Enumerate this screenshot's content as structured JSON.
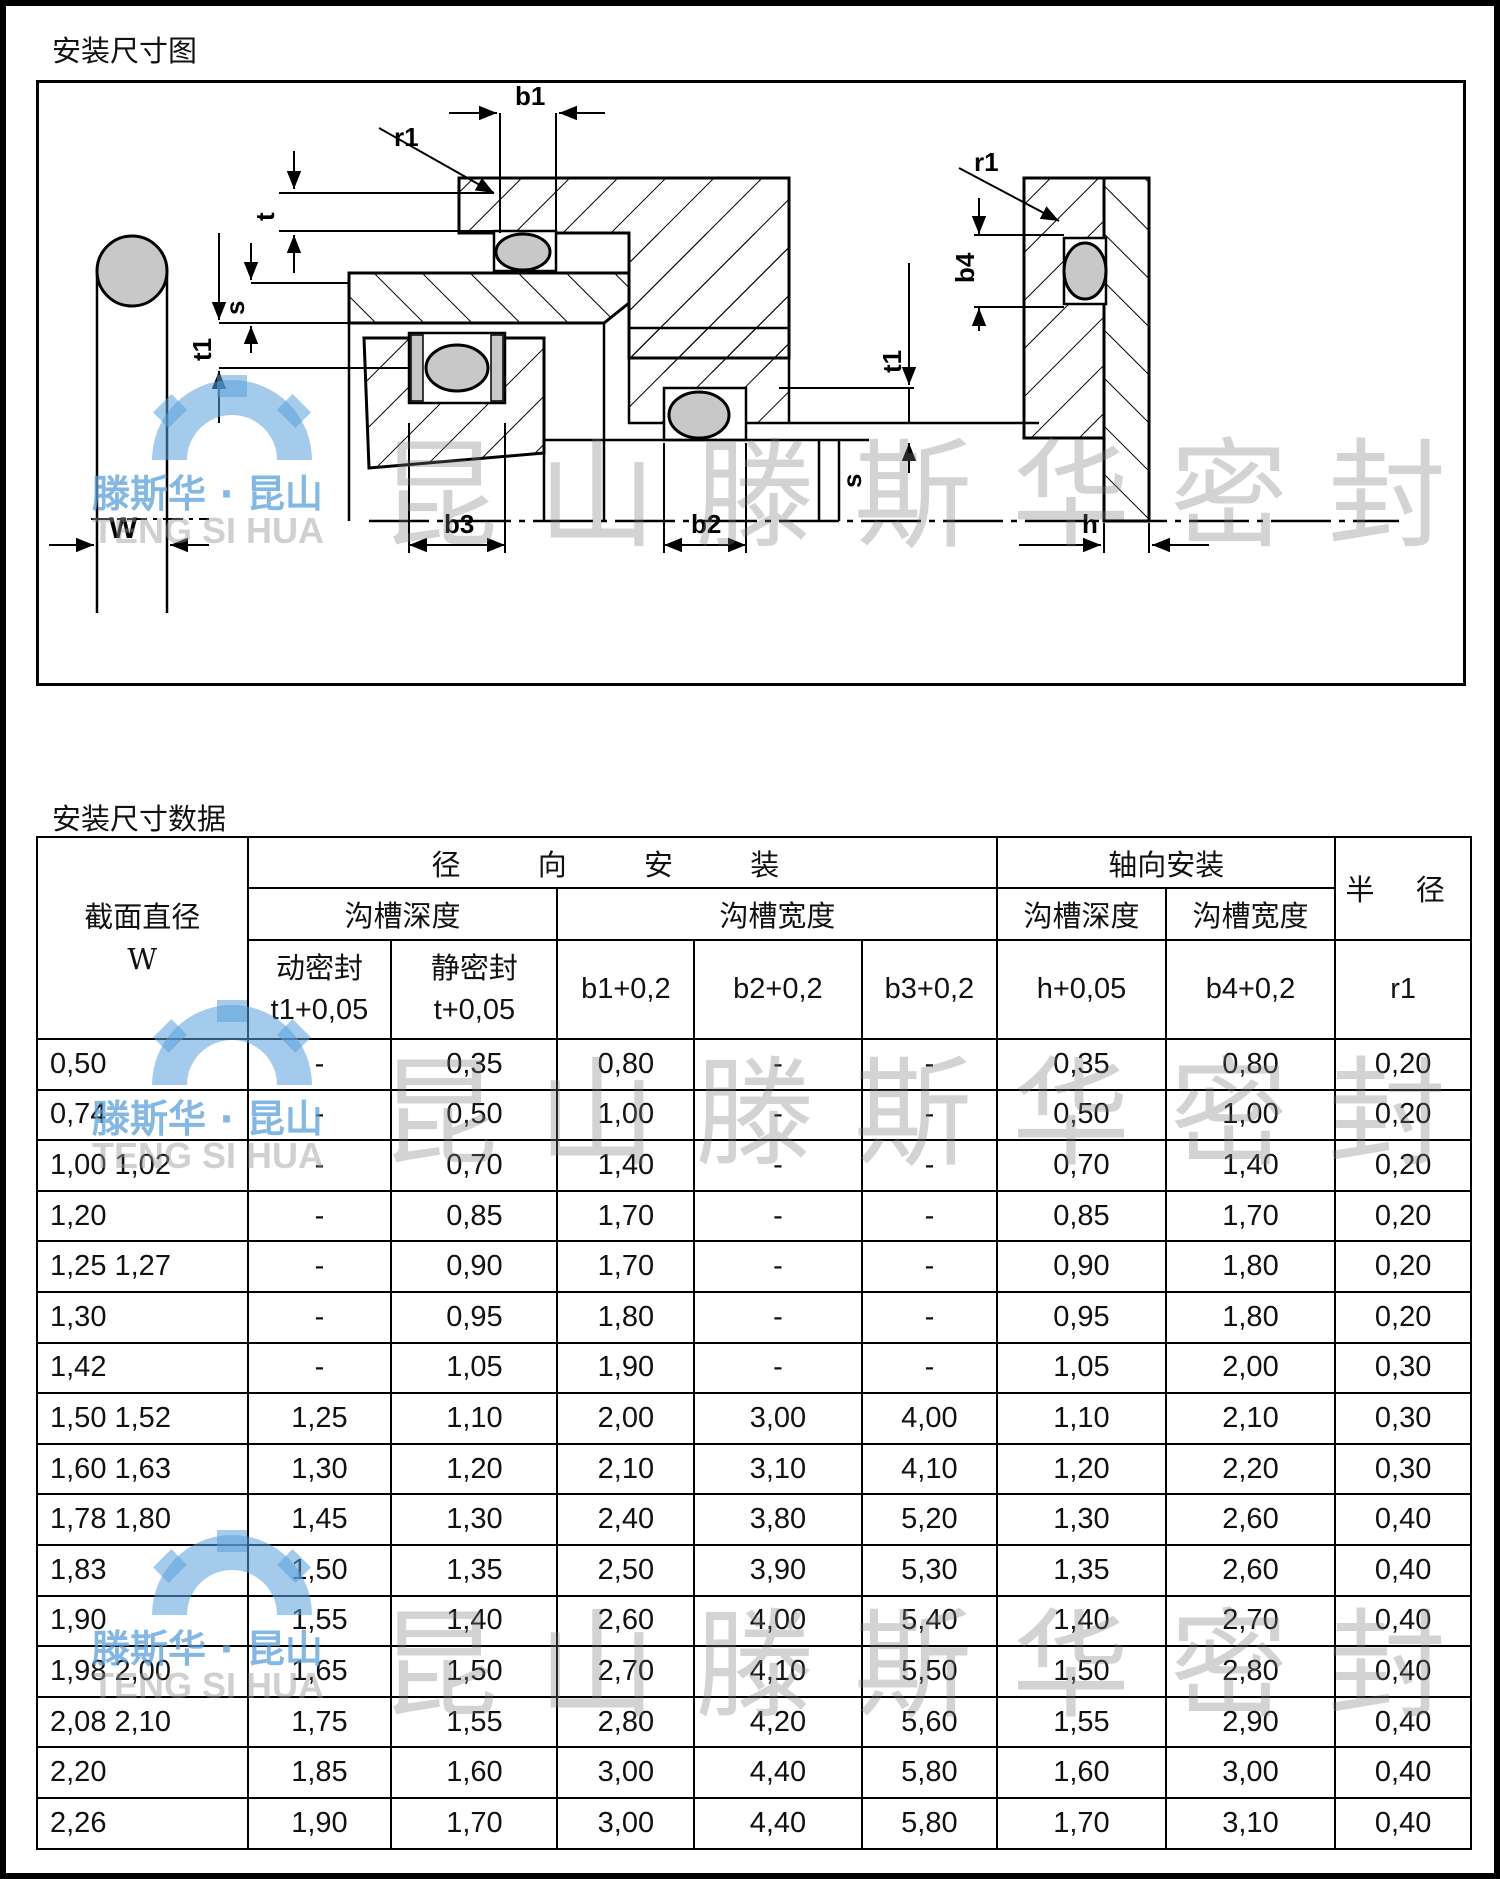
{
  "sections": {
    "diagram_title": "安装尺寸图",
    "table_title": "安装尺寸数据"
  },
  "diagram_labels": {
    "b1": "b1",
    "r1_left": "r1",
    "r1_right": "r1",
    "t": "t",
    "s_left": "s",
    "t1_left": "t1",
    "t1_right": "t1",
    "s_right": "s",
    "b4": "b4",
    "w": "W",
    "b3": "b3",
    "b2": "b2",
    "h": "h"
  },
  "watermark": {
    "text": "昆山滕斯华密封",
    "logo_cn": "滕斯华 · 昆山",
    "logo_en": "TENG SI HUA"
  },
  "table": {
    "header": {
      "section_diameter": "截面直径",
      "w": "W",
      "radial": "径 向 安 装",
      "axial": "轴向安装",
      "radius": "半 径",
      "groove_depth": "沟槽深度",
      "groove_width": "沟槽宽度",
      "axial_groove_depth": "沟槽深度",
      "axial_groove_width": "沟槽宽度",
      "dynamic_seal": "动密封",
      "dynamic_tol": "t1+0,05",
      "static_seal": "静密封",
      "static_tol": "t+0,05",
      "b1": "b1+0,2",
      "b2": "b2+0,2",
      "b3": "b3+0,2",
      "h": "h+0,05",
      "b4": "b4+0,2",
      "r1": "r1"
    },
    "rows": [
      [
        "0,50",
        "-",
        "0,35",
        "0,80",
        "-",
        "-",
        "0,35",
        "0,80",
        "0,20"
      ],
      [
        "0,74",
        "-",
        "0,50",
        "1,00",
        "-",
        "-",
        "0,50",
        "1,00",
        "0,20"
      ],
      [
        "1,00 1,02",
        "-",
        "0,70",
        "1,40",
        "-",
        "-",
        "0,70",
        "1,40",
        "0,20"
      ],
      [
        "1,20",
        "-",
        "0,85",
        "1,70",
        "-",
        "-",
        "0,85",
        "1,70",
        "0,20"
      ],
      [
        "1,25 1,27",
        "-",
        "0,90",
        "1,70",
        "-",
        "-",
        "0,90",
        "1,80",
        "0,20"
      ],
      [
        "1,30",
        "-",
        "0,95",
        "1,80",
        "-",
        "-",
        "0,95",
        "1,80",
        "0,20"
      ],
      [
        "1,42",
        "-",
        "1,05",
        "1,90",
        "-",
        "-",
        "1,05",
        "2,00",
        "0,30"
      ],
      [
        "1,50 1,52",
        "1,25",
        "1,10",
        "2,00",
        "3,00",
        "4,00",
        "1,10",
        "2,10",
        "0,30"
      ],
      [
        "1,60 1,63",
        "1,30",
        "1,20",
        "2,10",
        "3,10",
        "4,10",
        "1,20",
        "2,20",
        "0,30"
      ],
      [
        "1,78 1,80",
        "1,45",
        "1,30",
        "2,40",
        "3,80",
        "5,20",
        "1,30",
        "2,60",
        "0,40"
      ],
      [
        "1,83",
        "1,50",
        "1,35",
        "2,50",
        "3,90",
        "5,30",
        "1,35",
        "2,60",
        "0,40"
      ],
      [
        "1,90",
        "1,55",
        "1,40",
        "2,60",
        "4,00",
        "5,40",
        "1,40",
        "2,70",
        "0,40"
      ],
      [
        "1,98 2,00",
        "1,65",
        "1,50",
        "2,70",
        "4,10",
        "5,50",
        "1,50",
        "2,80",
        "0,40"
      ],
      [
        "2,08 2,10",
        "1,75",
        "1,55",
        "2,80",
        "4,20",
        "5,60",
        "1,55",
        "2,90",
        "0,40"
      ],
      [
        "2,20",
        "1,85",
        "1,60",
        "3,00",
        "4,40",
        "5,80",
        "1,60",
        "3,00",
        "0,40"
      ],
      [
        "2,26",
        "1,90",
        "1,70",
        "3,00",
        "4,40",
        "5,80",
        "1,70",
        "3,10",
        "0,40"
      ]
    ]
  }
}
